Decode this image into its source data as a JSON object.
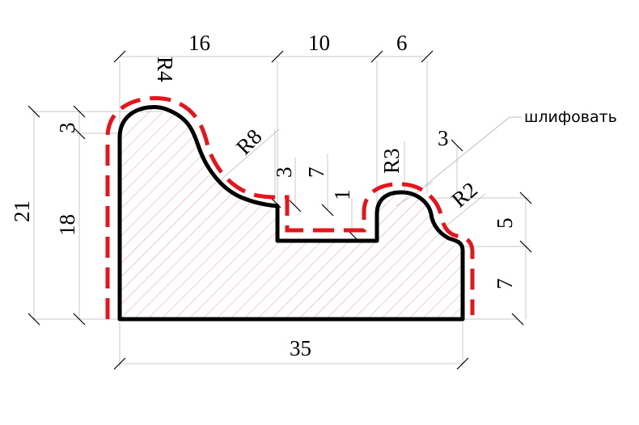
{
  "drawing": {
    "note": "шлифовать",
    "dims": {
      "top_left": "16",
      "top_mid": "10",
      "top_right": "6",
      "total_width": "35",
      "height_total": "21",
      "height_main": "18",
      "top_offset": "3",
      "step_3": "3",
      "step_7": "7",
      "step_1": "1",
      "right_3": "3",
      "right_5": "5",
      "right_7": "7"
    },
    "radii": {
      "r4": "R4",
      "r8": "R8",
      "r3": "R3",
      "r2": "R2"
    },
    "colors": {
      "outline": "#000000",
      "sanding_line": "#e8141b",
      "hatch": "#e8a0a0",
      "extension_lines": "#c8c8c8"
    }
  }
}
